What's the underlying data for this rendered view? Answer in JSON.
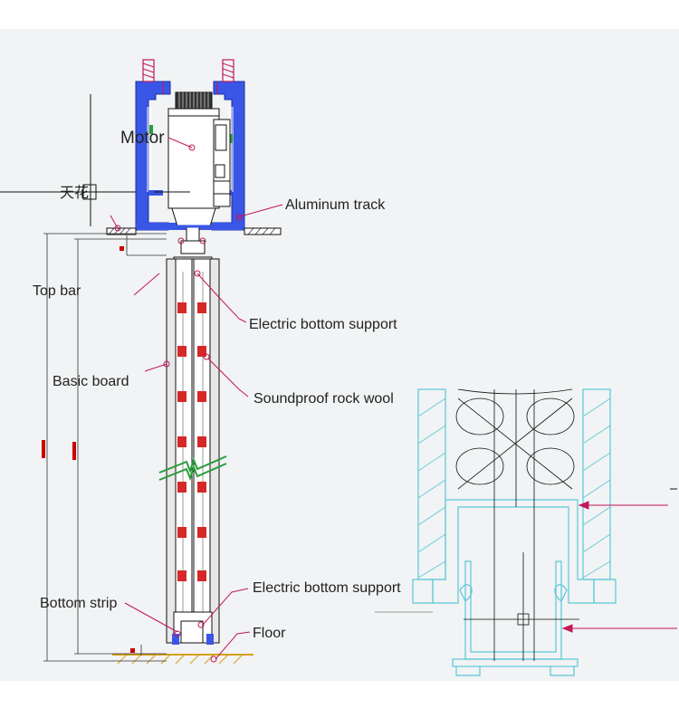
{
  "colors": {
    "background": "#ffffff",
    "drawing_background": "#f1f3f4",
    "aluminum": "#3a56e6",
    "leader": "#c2185b",
    "insulation": "#d62828",
    "dimension": "#cc0000",
    "detail_outline": "#5bc8d8",
    "break_mark": "#2a9d3a",
    "floor_hatch": "#d4a017"
  },
  "labels": {
    "motor": "Motor",
    "aluminum_track": "Aluminum track",
    "top_bar": "Top bar",
    "electric_bottom_support_top": "Electric bottom support",
    "basic_board": "Basic board",
    "soundproof_rock_wool": "Soundproof rock wool",
    "electric_bottom_support_bottom": "Electric bottom support",
    "bottom_strip": "Bottom strip",
    "floor": "Floor",
    "ceiling_note": "天花"
  },
  "icons": {
    "bolt": "bolt-icon",
    "insulation": "insulation-coil-icon",
    "break": "break-line-icon"
  }
}
